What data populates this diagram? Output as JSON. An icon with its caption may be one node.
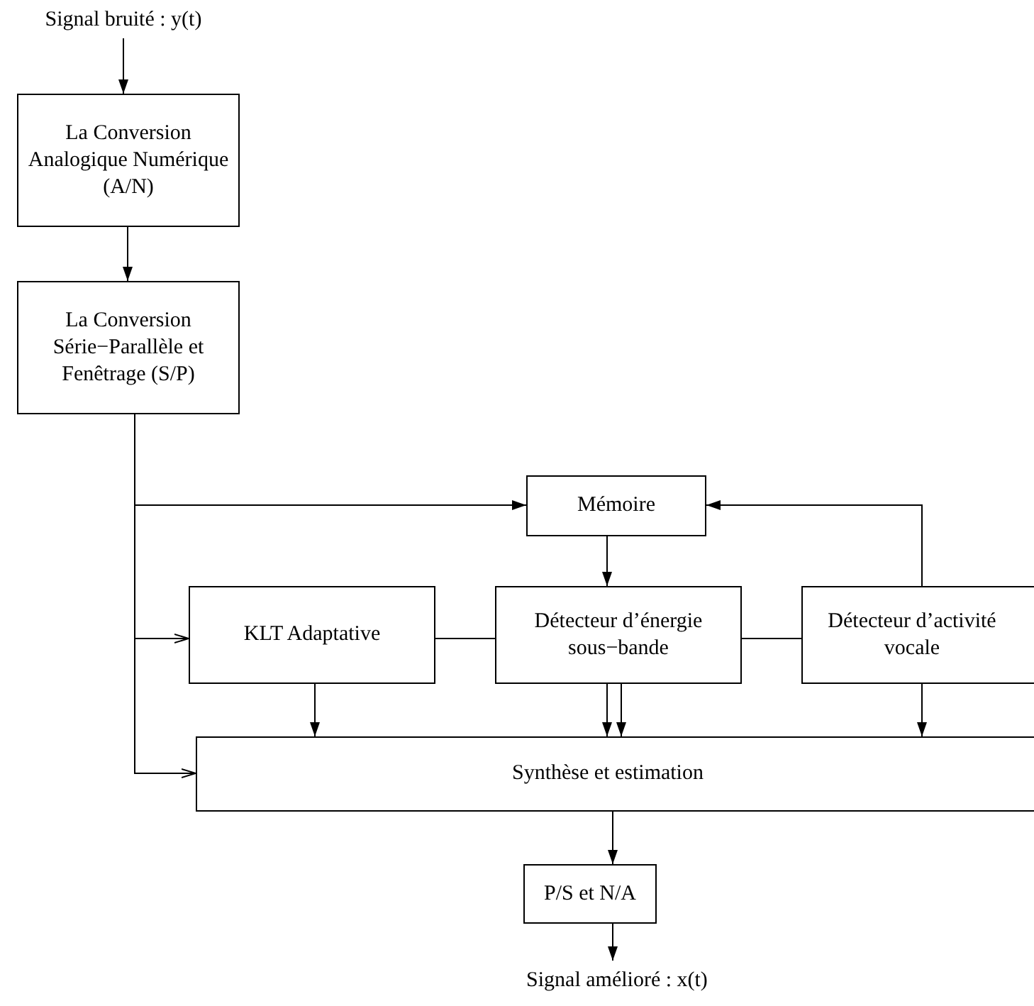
{
  "diagram": {
    "nodes": [
      {
        "text": [
          "Signal bruité : y(t)"
        ]
      },
      {
        "text": [
          "La Conversion Analogique Numérique (A/N)"
        ]
      },
      {
        "text": [
          "La Conversion Série−Parallèle et Fenêtrage (S/P)"
        ]
      },
      {
        "text": [
          "Mémoire"
        ]
      },
      {
        "text": [
          "KLT Adaptative"
        ]
      },
      {
        "text": [
          "Détecteur d’énergie sous−bande"
        ]
      },
      {
        "text": [
          "Détecteur d’activité vocale"
        ]
      },
      {
        "text": [
          "Synthèse et estimation"
        ]
      },
      {
        "text": [
          "P/S et N/A"
        ]
      },
      {
        "text": [
          "Signal amélioré : x(t)"
        ]
      }
    ],
    "edges": [
      {
        "from": 0,
        "to": 1,
        "arrow": "to"
      },
      {
        "from": 1,
        "to": 2,
        "arrow": "to"
      },
      {
        "from": 2,
        "to": 3,
        "arrow": "to"
      },
      {
        "from": 2,
        "to": 4,
        "arrow": "to"
      },
      {
        "from": 2,
        "to": 7,
        "arrow": "to"
      },
      {
        "from": 6,
        "to": 3,
        "arrow": "to"
      },
      {
        "from": 3,
        "to": 5,
        "arrow": "to"
      },
      {
        "from": 4,
        "to": 5,
        "arrow": "none"
      },
      {
        "from": 5,
        "to": 6,
        "arrow": "none"
      },
      {
        "from": 4,
        "to": 7,
        "arrow": "to"
      },
      {
        "from": 5,
        "to": 7,
        "arrow": "to"
      },
      {
        "from": 5,
        "to": 7,
        "arrow": "to"
      },
      {
        "from": 6,
        "to": 7,
        "arrow": "to"
      },
      {
        "from": 7,
        "to": 8,
        "arrow": "to"
      },
      {
        "from": 8,
        "to": 9,
        "arrow": "to"
      }
    ]
  }
}
